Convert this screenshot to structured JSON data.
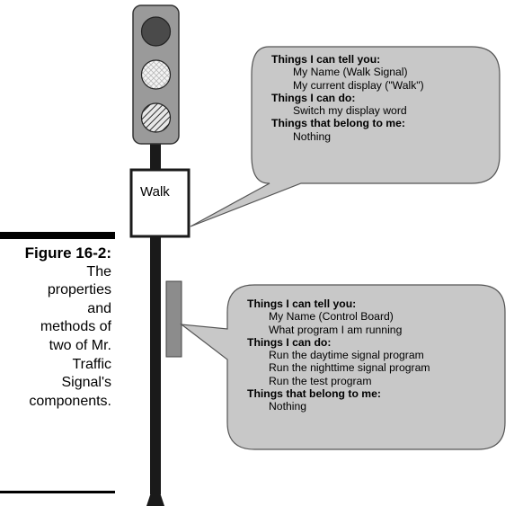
{
  "figure": {
    "label": "Figure 16-2:",
    "caption_lines": [
      "The",
      "properties",
      "and",
      "methods of",
      "two of Mr.",
      "Traffic",
      "Signal's",
      "components."
    ]
  },
  "walk_signal": {
    "display": "Walk"
  },
  "callouts": [
    {
      "id": "walk-signal",
      "sections": [
        {
          "heading": "Things I can tell you:",
          "items": [
            "My Name (Walk Signal)",
            "My current display (\"Walk\")"
          ]
        },
        {
          "heading": "Things I can do:",
          "items": [
            "Switch my display word"
          ]
        },
        {
          "heading": "Things that belong to me:",
          "items": [
            "Nothing"
          ]
        }
      ]
    },
    {
      "id": "control-board",
      "sections": [
        {
          "heading": "Things I can tell you:",
          "items": [
            "My Name (Control Board)",
            "What program I am running"
          ]
        },
        {
          "heading": "Things I can do:",
          "items": [
            "Run the daytime signal program",
            "Run the nighttime signal program",
            "Run the test program"
          ]
        },
        {
          "heading": "Things that belong to me:",
          "items": [
            "Nothing"
          ]
        }
      ]
    }
  ],
  "colors": {
    "housing": "#9a9a9a",
    "pole": "#1a1a1a",
    "bubble_fill": "#c8c8c8",
    "red_light": "#4a4a4a",
    "control_board": "#8c8c8c"
  }
}
